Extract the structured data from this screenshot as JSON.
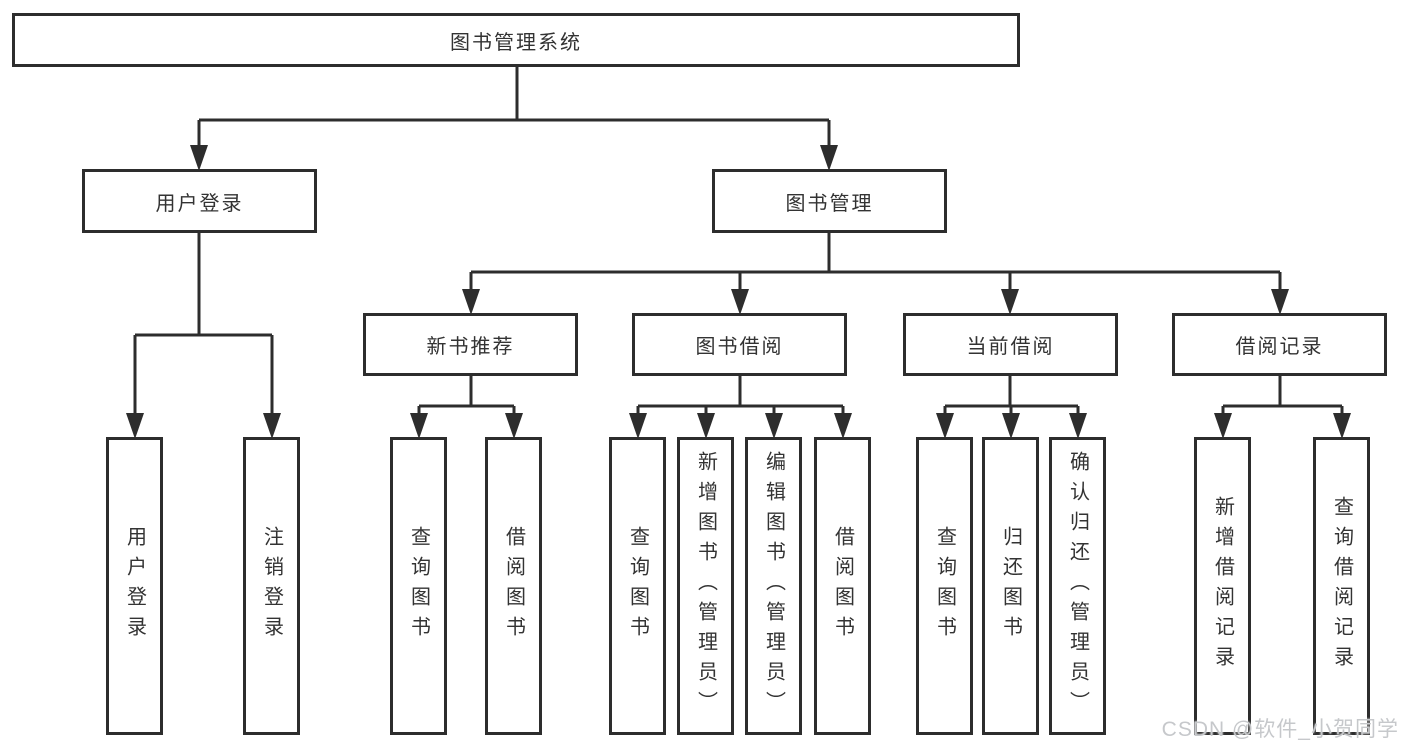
{
  "diagram": {
    "root": {
      "label": "图书管理系统"
    },
    "level2": [
      {
        "label": "用户登录"
      },
      {
        "label": "图书管理"
      }
    ],
    "level3": [
      {
        "label": "新书推荐"
      },
      {
        "label": "图书借阅"
      },
      {
        "label": "当前借阅"
      },
      {
        "label": "借阅记录"
      }
    ],
    "leaves": {
      "user_login": [
        {
          "label": "用户登录"
        },
        {
          "label": "注销登录"
        }
      ],
      "new_book": [
        {
          "label": "查询图书"
        },
        {
          "label": "借阅图书"
        }
      ],
      "book_borrow": [
        {
          "label": "查询图书"
        },
        {
          "label": "新增图书（管理员）"
        },
        {
          "label": "编辑图书（管理员）"
        },
        {
          "label": "借阅图书"
        }
      ],
      "current_borrow": [
        {
          "label": "查询图书"
        },
        {
          "label": "归还图书"
        },
        {
          "label": "确认归还（管理员）"
        }
      ],
      "borrow_records": [
        {
          "label": "新增借阅记录"
        },
        {
          "label": "查询借阅记录"
        }
      ]
    }
  },
  "watermark": {
    "text": "CSDN @软件_小贺同学"
  },
  "colors": {
    "line": "#2d2d2d",
    "text": "#333333",
    "watermark": "#c6c8cb",
    "background": "#ffffff"
  }
}
